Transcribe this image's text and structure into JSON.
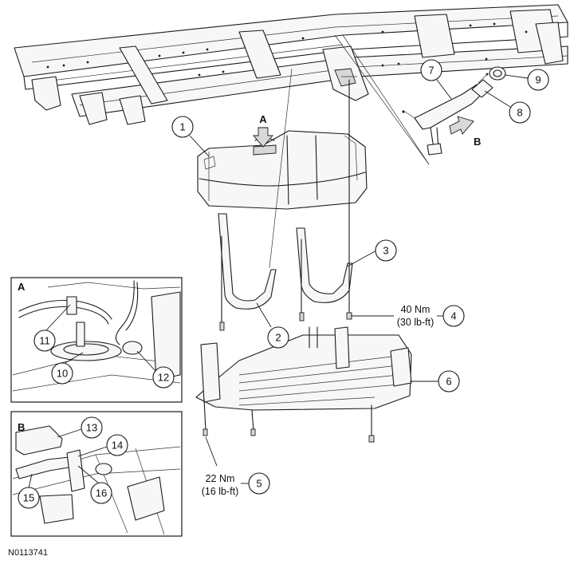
{
  "callouts": [
    {
      "num": "1"
    },
    {
      "num": "2"
    },
    {
      "num": "3"
    },
    {
      "num": "4"
    },
    {
      "num": "5"
    },
    {
      "num": "6"
    },
    {
      "num": "7"
    },
    {
      "num": "8"
    },
    {
      "num": "9"
    },
    {
      "num": "10"
    },
    {
      "num": "11"
    },
    {
      "num": "12"
    },
    {
      "num": "13"
    },
    {
      "num": "14"
    },
    {
      "num": "15"
    },
    {
      "num": "16"
    }
  ],
  "torque": {
    "upper": {
      "nm": "40 Nm",
      "lbft": "(30 lb-ft)"
    },
    "lower": {
      "nm": "22 Nm",
      "lbft": "(16 lb-ft)"
    }
  },
  "views": {
    "a": "A",
    "b": "B"
  },
  "reference_code": "N0113741"
}
